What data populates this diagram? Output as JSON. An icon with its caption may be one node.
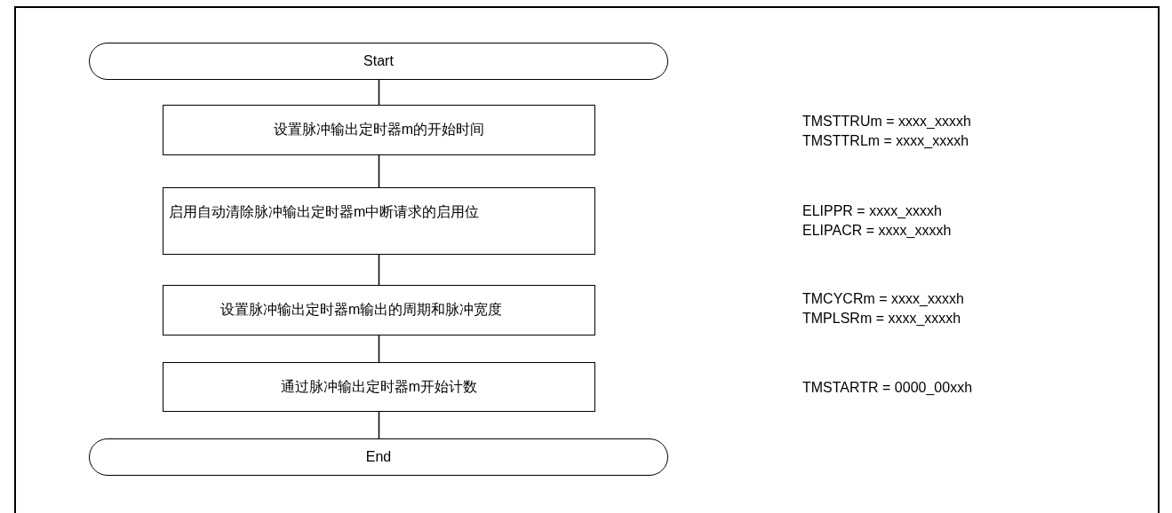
{
  "diagram": {
    "nodes": [
      {
        "text": [
          "Start"
        ]
      },
      {
        "text": [
          "设置脉冲输出定时器m的开始时间"
        ]
      },
      {
        "text": [
          "启用自动清除脉冲输出定时器m中断请求的启用位"
        ]
      },
      {
        "text": [
          "设置脉冲输出定时器m输出的周期和脉冲宽度"
        ]
      },
      {
        "text": [
          "通过脉冲输出定时器m开始计数"
        ]
      },
      {
        "text": [
          "End"
        ]
      }
    ],
    "edges": [
      {
        "from": 0,
        "to": 1,
        "arrow": "none"
      },
      {
        "from": 1,
        "to": 2,
        "arrow": "none"
      },
      {
        "from": 2,
        "to": 3,
        "arrow": "none"
      },
      {
        "from": 3,
        "to": 4,
        "arrow": "none"
      },
      {
        "from": 4,
        "to": 5,
        "arrow": "none"
      }
    ],
    "labels": [
      "TMSTTRUm = xxxx_xxxxh",
      "TMSTTRLm = xxxx_xxxxh",
      "ELIPPR = xxxx_xxxxh",
      "ELIPACR = xxxx_xxxxh",
      "TMCYCRm = xxxx_xxxxh",
      "TMPLSRm = xxxx_xxxxh",
      "TMSTARTR = 0000_00xxh"
    ]
  }
}
